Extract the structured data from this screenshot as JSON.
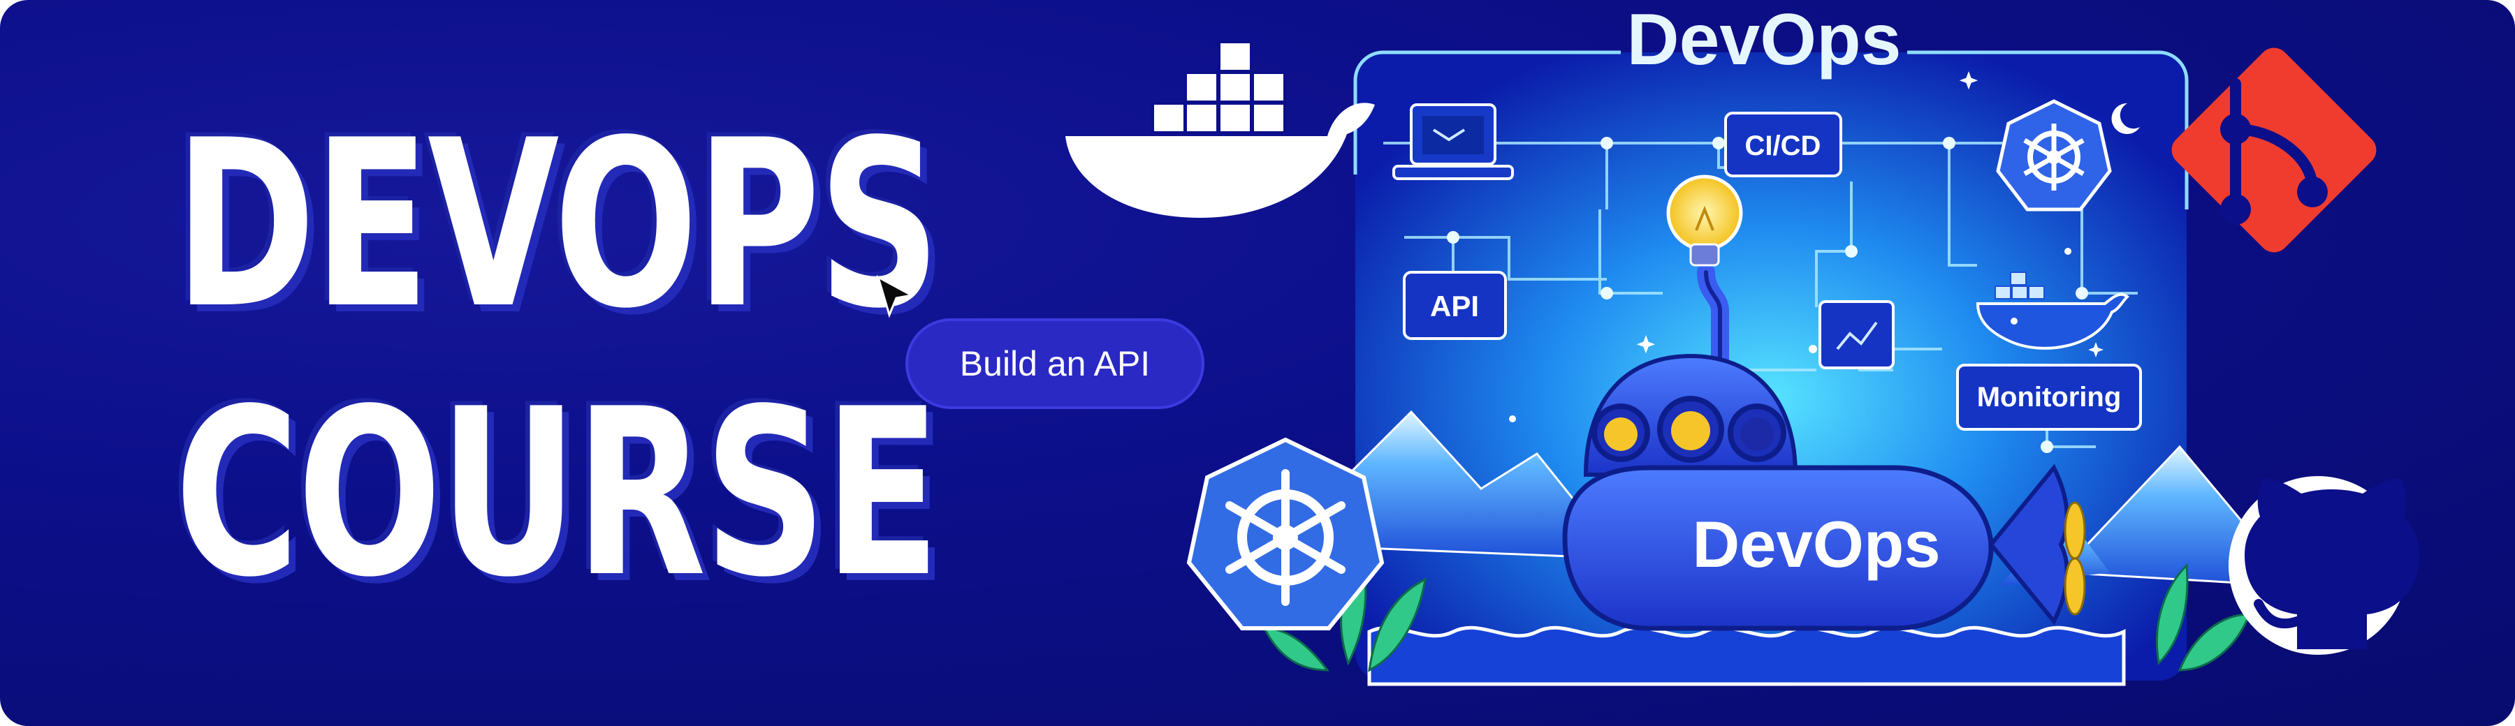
{
  "banner": {
    "headline_line1": "DEVOPS",
    "headline_line2": "COURSE",
    "cta_label": "Build an API"
  },
  "illustration": {
    "frame_title": "DevOps",
    "submarine_label": "DevOps",
    "tags": {
      "cicd": "CI/CD",
      "api": "API",
      "monitoring": "Monitoring"
    }
  },
  "colors": {
    "background": "#0c0f8a",
    "cta_fill": "#2a29c4",
    "git_red": "#f03c2e",
    "kubernetes_blue": "#326ce5",
    "scene_cyan": "#27c6ff"
  },
  "icons": [
    "docker-whale-icon",
    "git-icon",
    "kubernetes-icon",
    "github-icon",
    "cursor-icon",
    "lightbulb-icon",
    "laptop-icon",
    "monitor-chart-icon"
  ]
}
